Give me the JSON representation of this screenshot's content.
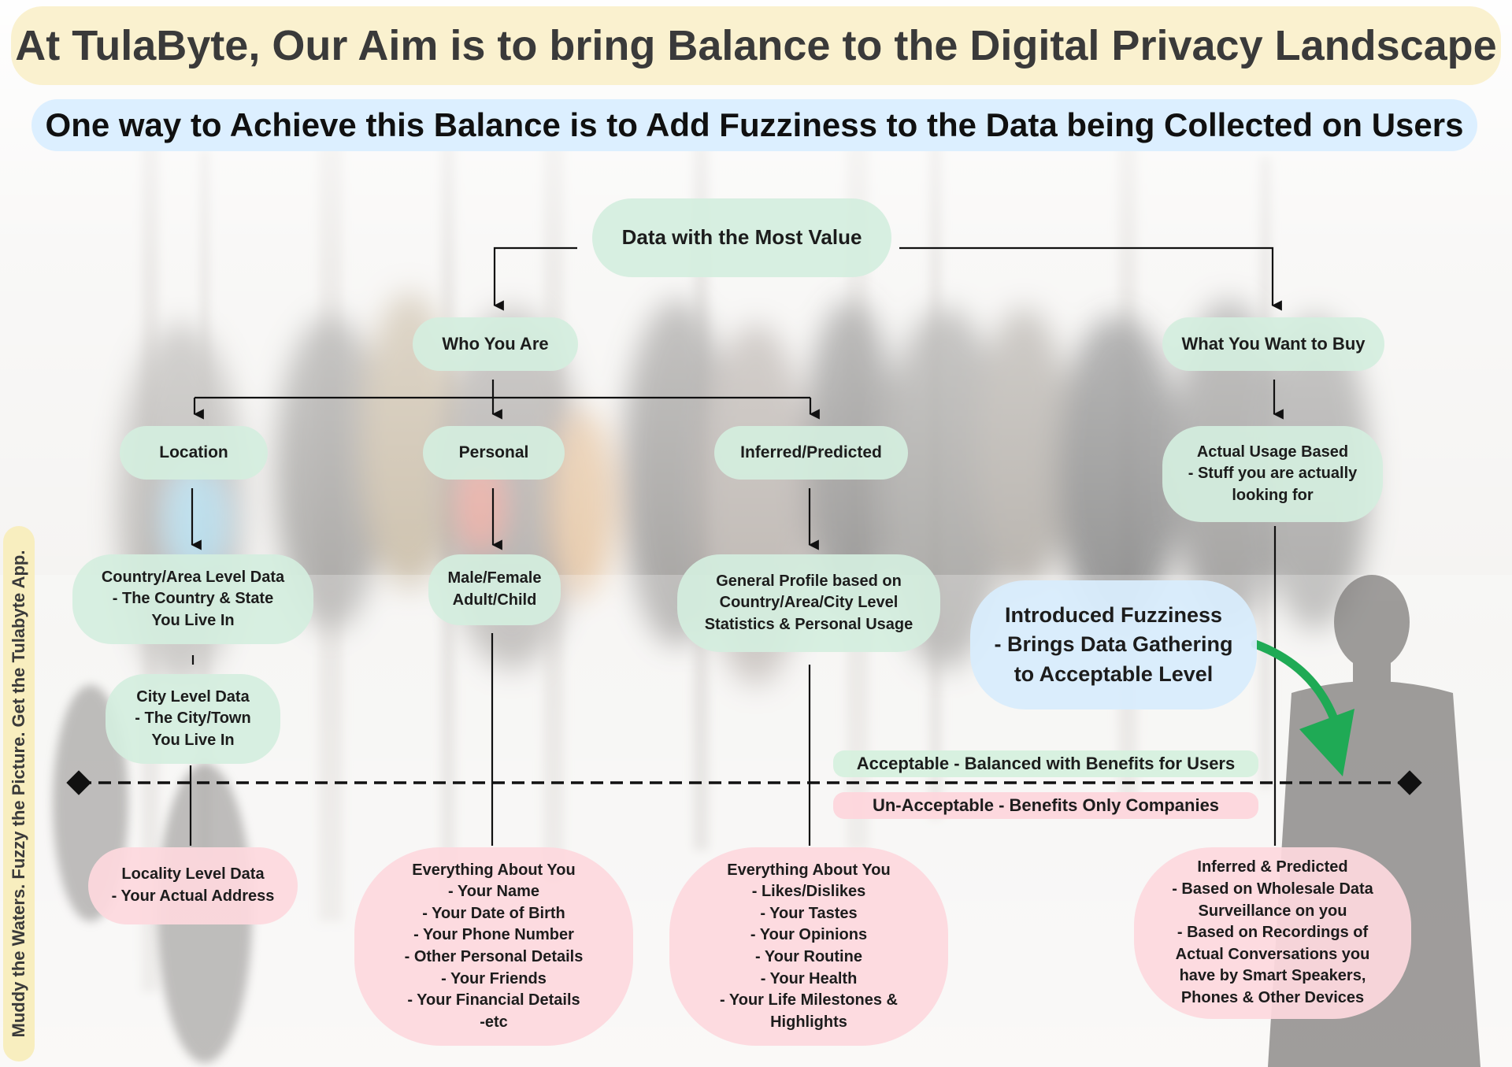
{
  "header": {
    "title": "At TulaByte, Our Aim is to bring Balance to the Digital Privacy Landscape",
    "subtitle": "One way to Achieve this Balance is to Add Fuzziness to the Data being Collected on Users"
  },
  "sidebar": {
    "tagline": "Muddy the Waters. Fuzzy the Picture. Get the Tulabyte App."
  },
  "diagram": {
    "root": "Data with the Most Value",
    "who_you_are": "Who You Are",
    "what_you_want": "What You Want to Buy",
    "location": "Location",
    "personal": "Personal",
    "inferred": "Inferred/Predicted",
    "actual_usage": "Actual Usage Based\n- Stuff you are actually\nlooking for",
    "country_level": "Country/Area Level Data\n- The Country & State\nYou Live In",
    "city_level": "City Level Data\n- The City/Town\nYou Live In",
    "male_female": "Male/Female\nAdult/Child",
    "general_profile": "General Profile  based on\nCountry/Area/City Level\nStatistics & Personal Usage",
    "fuzziness": "Introduced Fuzziness\n- Brings Data Gathering\nto Acceptable Level",
    "acceptable": "Acceptable - Balanced with Benefits for Users",
    "unacceptable": "Un-Acceptable - Benefits Only Companies",
    "locality": "Locality Level Data\n- Your Actual Address",
    "everything_personal": "Everything About You\n- Your Name\n- Your Date of Birth\n- Your Phone Number\n- Other Personal Details\n- Your Friends\n- Your Financial Details\n-etc",
    "everything_inferred": "Everything About You\n- Likes/Dislikes\n- Your Tastes\n- Your Opinions\n- Your Routine\n- Your Health\n- Your Life Milestones &\nHighlights",
    "inferred_predicted": "Inferred & Predicted\n- Based on Wholesale Data\nSurveillance on you\n- Based on Recordings of\nActual Conversations you\nhave by Smart Speakers,\nPhones & Other Devices"
  },
  "colors": {
    "acceptable": "#d4eede",
    "unacceptable": "#fdd8de",
    "fuzziness": "#d8ecfc",
    "arrow": "#1faa55"
  }
}
